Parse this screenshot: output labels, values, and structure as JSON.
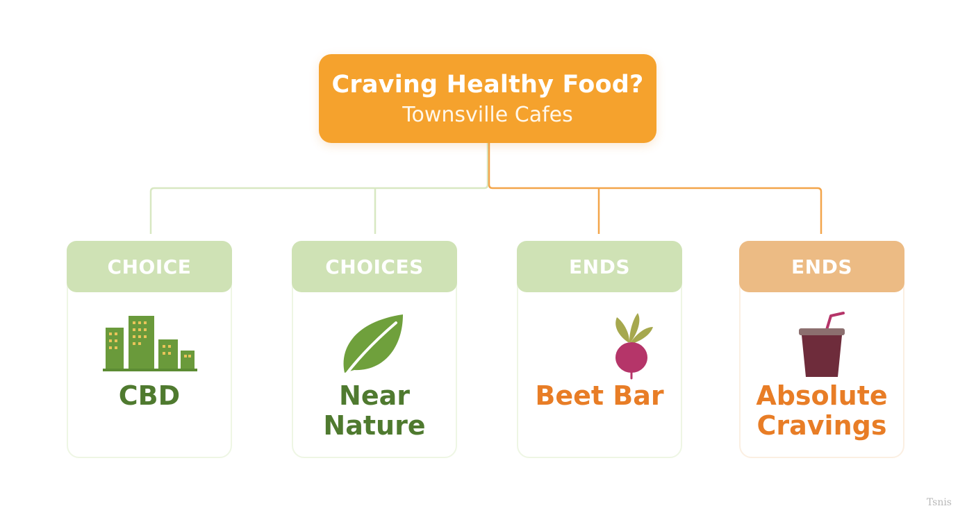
{
  "root": {
    "title": "Craving Healthy Food?",
    "subtitle": "Townsville Cafes"
  },
  "cards": [
    {
      "header": "CHOICE",
      "name": "CBD",
      "icon": "city-buildings-icon",
      "theme": "green"
    },
    {
      "header": "CHOICES",
      "name": "Near Nature",
      "icon": "leaf-icon",
      "theme": "green"
    },
    {
      "header": "ENDS",
      "name": "Beet Bar",
      "icon": "beetroot-icon",
      "theme": "green-header-orange-text"
    },
    {
      "header": "ENDS",
      "name": "Absolute Cravings",
      "icon": "drink-cup-icon",
      "theme": "orange"
    }
  ],
  "watermark": "Tsnis",
  "colors": {
    "root_fill": "#f5a22d",
    "green_header": "#cfe2b5",
    "orange_header": "#ecbb84",
    "green_text": "#4f7a2f",
    "orange_text": "#e87d26",
    "green_connector": "#d5e6bf",
    "orange_connector": "#f3a54a"
  }
}
